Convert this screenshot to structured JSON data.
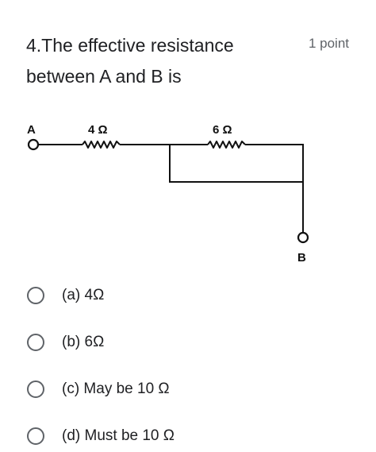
{
  "question": {
    "title": "4.The effective resistance between A and B is",
    "points": "1 point"
  },
  "circuit": {
    "terminal_a": "A",
    "terminal_b": "B",
    "resistor_1": "4 Ω",
    "resistor_2": "6 Ω"
  },
  "options": [
    {
      "label": "(a) 4Ω"
    },
    {
      "label": "(b) 6Ω"
    },
    {
      "label": "(c) May be 10 Ω"
    },
    {
      "label": "(d) Must be 10 Ω"
    }
  ],
  "colors": {
    "text": "#202124",
    "muted": "#5f6368",
    "wire": "#111111"
  }
}
